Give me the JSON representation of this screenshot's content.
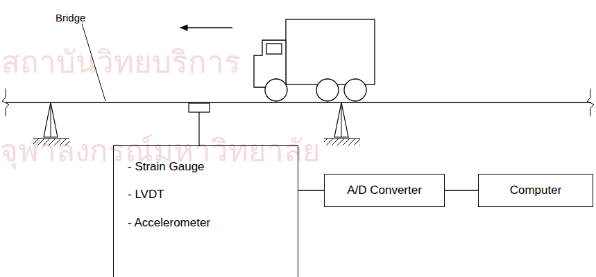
{
  "diagram": {
    "nodes": [
      {
        "text": [
          "- Strain Gauge",
          "- LVDT",
          "- Accelerometer"
        ]
      },
      {
        "text": [
          "A/D Converter"
        ]
      },
      {
        "text": [
          "Computer"
        ]
      }
    ],
    "edges": [
      {
        "from": 0,
        "to": 1,
        "arrow": "none"
      },
      {
        "from": 1,
        "to": 2,
        "arrow": "none"
      }
    ],
    "labels": [
      "Bridge",
      "สถาบันวิทยบริการ",
      "จุฬาลงกรณ์มหาวิทยาลัย"
    ]
  }
}
